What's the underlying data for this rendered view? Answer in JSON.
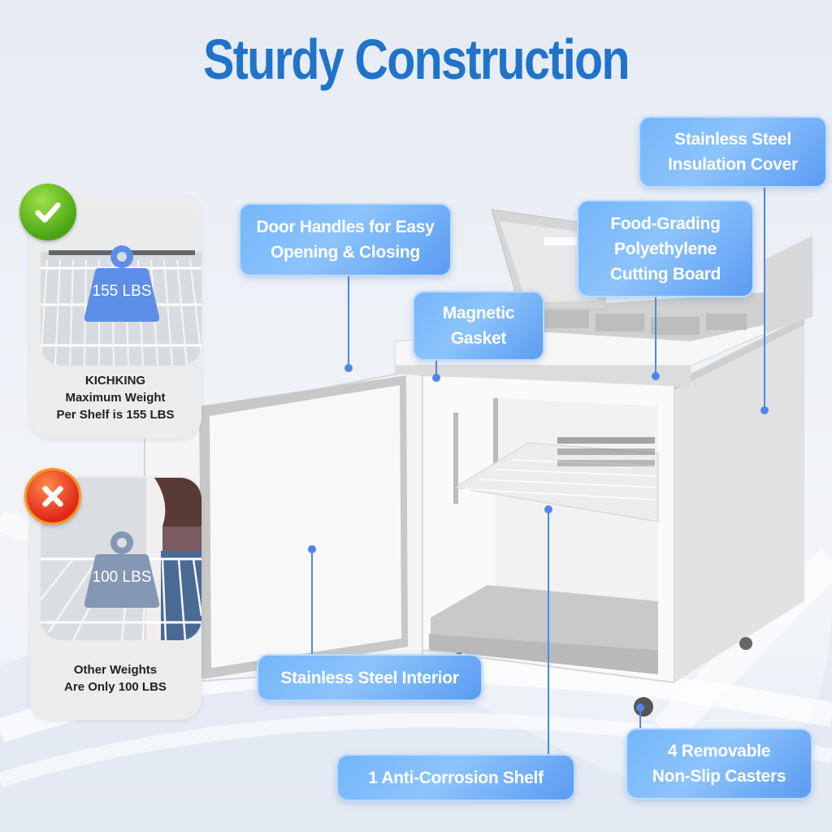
{
  "title": "Sturdy Construction",
  "colors": {
    "title": "#1f74c9",
    "callout_bg": "#74b6fb",
    "leader": "#4f86ec",
    "ok_badge": "#4aa514",
    "no_badge": "#e0271a",
    "weight_good": "#5b8fe8",
    "weight_bad": "#8497b4"
  },
  "comparison": {
    "good": {
      "badge_icon": "checkmark-icon",
      "weight_label": "155 LBS",
      "caption_lines": [
        "KICHKING",
        "Maximum Weight",
        "Per Shelf is 155 LBS"
      ]
    },
    "bad": {
      "badge_icon": "x-mark-icon",
      "weight_label": "100 LBS",
      "caption_lines": [
        "Other Weights",
        "Are Only 100 LBS"
      ]
    }
  },
  "callouts": [
    {
      "id": "door-handles",
      "lines": [
        "Door Handles for Easy",
        "Opening & Closing"
      ]
    },
    {
      "id": "magnetic-gasket",
      "lines": [
        "Magnetic",
        "Gasket"
      ]
    },
    {
      "id": "cutting-board",
      "lines": [
        "Food-Grading",
        "Polyethylene",
        "Cutting Board"
      ]
    },
    {
      "id": "insulation-cover",
      "lines": [
        "Stainless Steel",
        "Insulation Cover"
      ]
    },
    {
      "id": "interior",
      "lines": [
        "Stainless Steel Interior"
      ]
    },
    {
      "id": "shelf",
      "lines": [
        "1 Anti-Corrosion Shelf"
      ]
    },
    {
      "id": "casters",
      "lines": [
        "4 Removable",
        "Non-Slip Casters"
      ]
    }
  ]
}
